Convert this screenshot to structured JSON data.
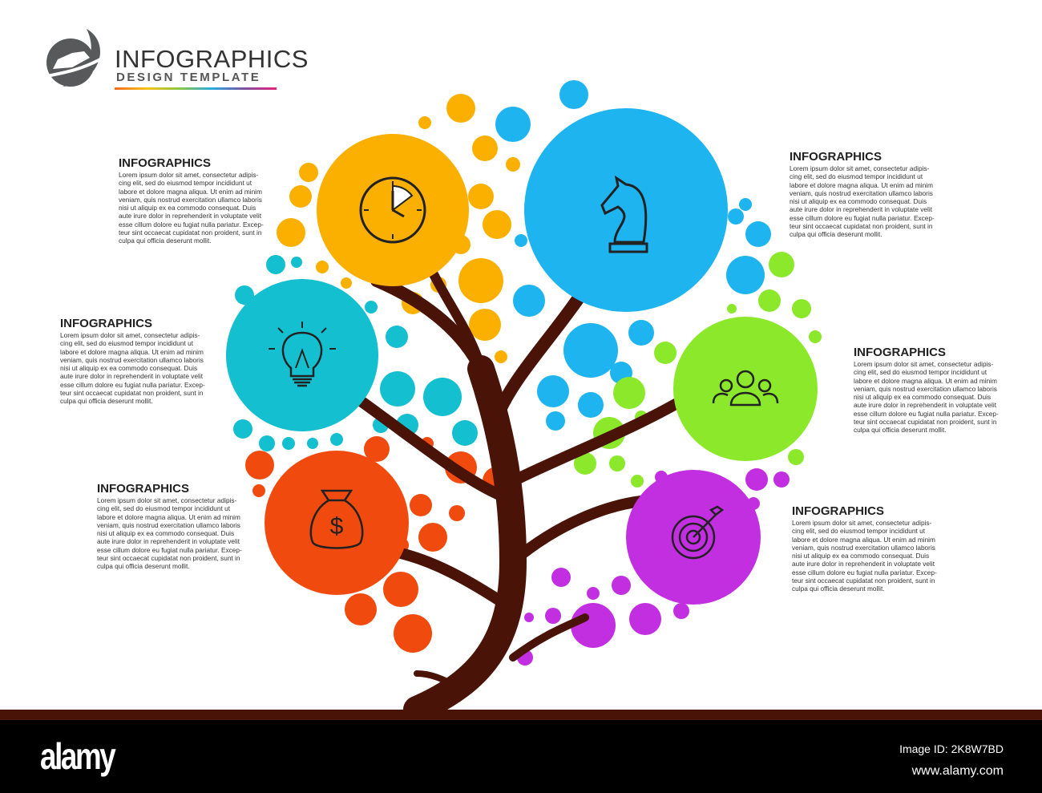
{
  "header": {
    "title": "INFOGRAPHICS",
    "subtitle": "DESIGN TEMPLATE"
  },
  "colors": {
    "orange": "#FBB000",
    "blue": "#1EB4F0",
    "teal": "#14BFD0",
    "green": "#8BE82A",
    "red": "#F04A0E",
    "magenta": "#C22FE0",
    "trunk": "#4A1307"
  },
  "blocks": [
    {
      "title": "INFOGRAPHICS",
      "icon": "clock-icon",
      "text": "Lorem ipsum dolor sit amet, consectetur adipis-cing elit, sed do eiusmod tempor incididunt ut labore et dolore magna aliqua. Ut enim ad minim veniam, quis nostrud exercitation ullamco laboris nisi ut aliquip ex ea commodo consequat. Duis aute irure dolor in reprehenderit in voluptate velit esse cillum dolore eu fugiat nulla pariatur. Excep-teur sint occaecat cupidatat non proident, sunt in culpa qui officia deserunt mollit."
    },
    {
      "title": "INFOGRAPHICS",
      "icon": "lightbulb-icon",
      "text": "Lorem ipsum dolor sit amet, consectetur adipis-cing elit, sed do eiusmod tempor incididunt ut labore et dolore magna aliqua. Ut enim ad minim veniam, quis nostrud exercitation ullamco laboris nisi ut aliquip ex ea commodo consequat. Duis aute irure dolor in reprehenderit in voluptate velit esse cillum dolore eu fugiat nulla pariatur. Excep-teur sint occaecat cupidatat non proident, sunt in culpa qui officia deserunt mollit."
    },
    {
      "title": "INFOGRAPHICS",
      "icon": "money-bag-icon",
      "text": "Lorem ipsum dolor sit amet, consectetur adipis-cing elit, sed do eiusmod tempor incididunt ut labore et dolore magna aliqua. Ut enim ad minim veniam, quis nostrud exercitation ullamco laboris nisi ut aliquip ex ea commodo consequat. Duis aute irure dolor in reprehenderit in voluptate velit esse cillum dolore eu fugiat nulla pariatur. Excep-teur sint occaecat cupidatat non proident, sunt in culpa qui officia deserunt mollit."
    },
    {
      "title": "INFOGRAPHICS",
      "icon": "chess-knight-icon",
      "text": "Lorem ipsum dolor sit amet, consectetur adipis-cing elit, sed do eiusmod tempor incididunt ut labore et dolore magna aliqua. Ut enim ad minim veniam, quis nostrud exercitation ullamco laboris nisi ut aliquip ex ea commodo consequat. Duis aute irure dolor in reprehenderit in voluptate velit esse cillum dolore eu fugiat nulla pariatur. Excep-teur sint occaecat cupidatat non proident, sunt in culpa qui officia deserunt mollit."
    },
    {
      "title": "INFOGRAPHICS",
      "icon": "team-icon",
      "text": "Lorem ipsum dolor sit amet, consectetur adipis-cing elit, sed do eiusmod tempor incididunt ut labore et dolore magna aliqua. Ut enim ad minim veniam, quis nostrud exercitation ullamco laboris nisi ut aliquip ex ea commodo consequat. Duis aute irure dolor in reprehenderit in voluptate velit esse cillum dolore eu fugiat nulla pariatur. Excep-teur sint occaecat cupidatat non proident, sunt in culpa qui officia deserunt mollit."
    },
    {
      "title": "INFOGRAPHICS",
      "icon": "target-icon",
      "text": "Lorem ipsum dolor sit amet, consectetur adipis-cing elit, sed do eiusmod tempor incididunt ut labore et dolore magna aliqua. Ut enim ad minim veniam, quis nostrud exercitation ullamco laboris nisi ut aliquip ex ea commodo consequat. Duis aute irure dolor in reprehenderit in voluptate velit esse cillum dolore eu fugiat nulla pariatur. Excep-teur sint occaecat cupidatat non proident, sunt in culpa qui officia deserunt mollit."
    }
  ],
  "footer": {
    "brand": "alamy",
    "image_id": "Image ID: 2K8W7BD",
    "url": "www.alamy.com"
  }
}
